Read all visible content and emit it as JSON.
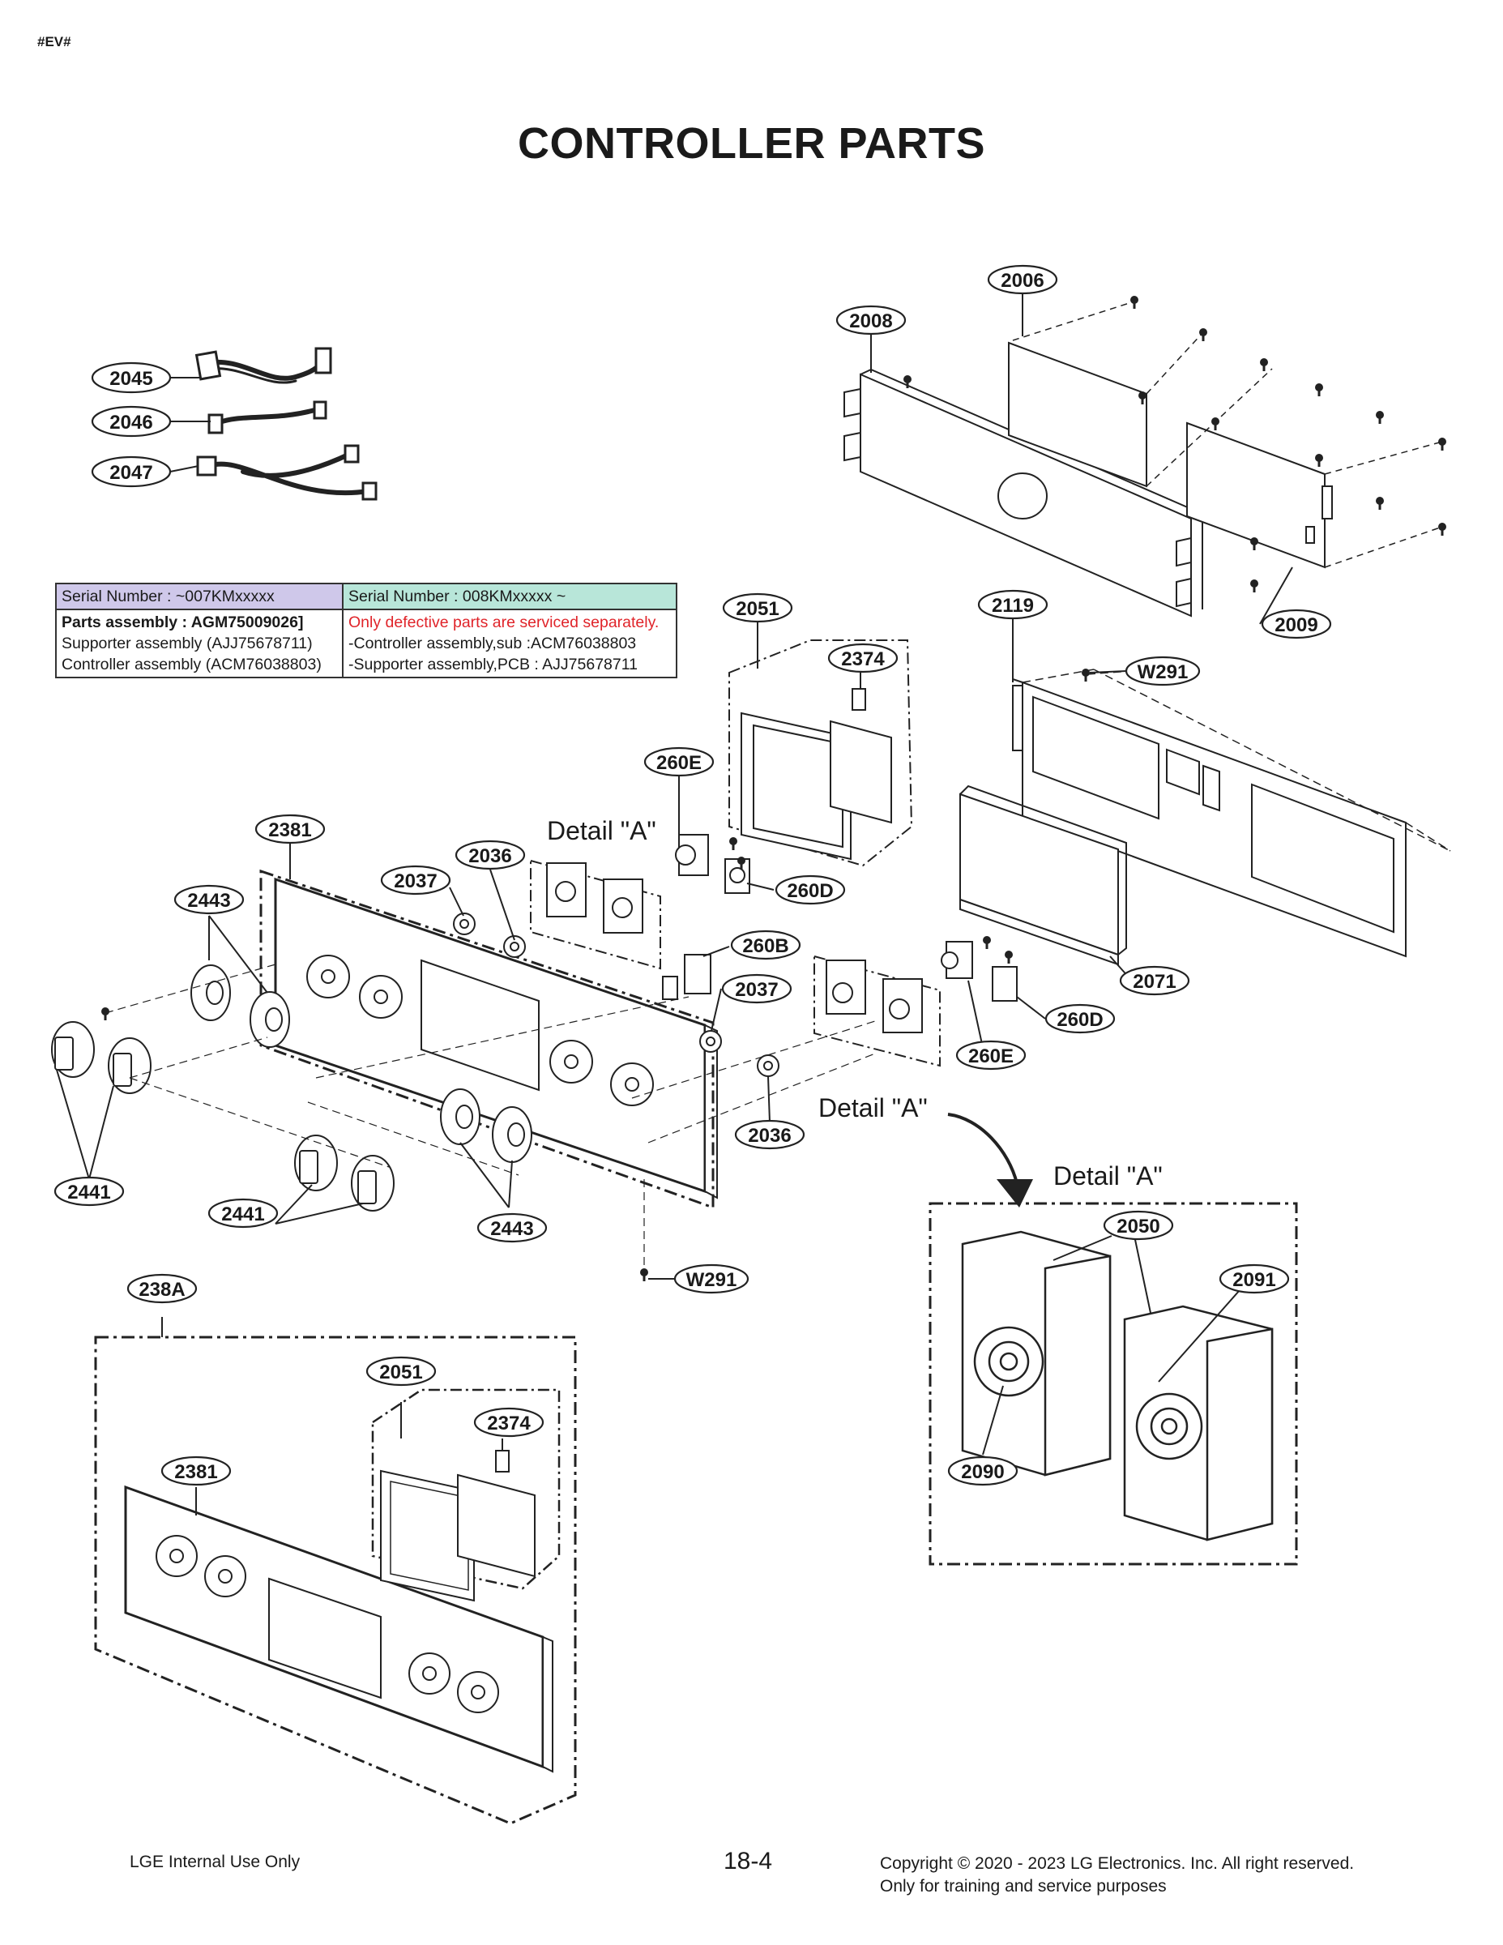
{
  "header_code": "#EV#",
  "title": "CONTROLLER PARTS",
  "table": {
    "col1_header": "Serial Number : ~007KMxxxxx",
    "col2_header": "Serial Number : 008KMxxxxx ~",
    "col1_lines": [
      "Parts assembly : AGM75009026]",
      "Supporter assembly (AJJ75678711)",
      "Controller assembly (ACM76038803)"
    ],
    "col2_lines": [
      "Only defective parts are serviced separately.",
      "-Controller assembly,sub :ACM76038803",
      "-Supporter assembly,PCB : AJJ75678711"
    ]
  },
  "callouts": {
    "c2006": "2006",
    "c2008": "2008",
    "c2009": "2009",
    "c2045": "2045",
    "c2046": "2046",
    "c2047": "2047",
    "c2051_top": "2051",
    "c2374_top": "2374",
    "c2119": "2119",
    "cW291_top": "W291",
    "c260E_top": "260E",
    "c2381_top": "2381",
    "c2036_top": "2036",
    "c2037_top": "2037",
    "c2443_left": "2443",
    "c260D_top": "260D",
    "c260B": "260B",
    "c2037_mid": "2037",
    "c2071": "2071",
    "c260D_right": "260D",
    "c260E_right": "260E",
    "c2036_bottom": "2036",
    "c2441_left": "2441",
    "c2441_mid": "2441",
    "c2443_bottom": "2443",
    "cW291_bottom": "W291",
    "c238A": "238A",
    "c2051_bottom": "2051",
    "c2374_bottom": "2374",
    "c2381_bottom": "2381",
    "c2050": "2050",
    "c2091": "2091",
    "c2090": "2090"
  },
  "detail_labels": {
    "upper": "Detail \"A\"",
    "middle": "Detail \"A\"",
    "box": "Detail \"A\""
  },
  "footer": {
    "left": "LGE Internal Use Only",
    "page": "18-4",
    "right_line1": "Copyright © 2020 - 2023 LG Electronics. Inc. All right reserved.",
    "right_line2": "Only for training and service purposes"
  }
}
